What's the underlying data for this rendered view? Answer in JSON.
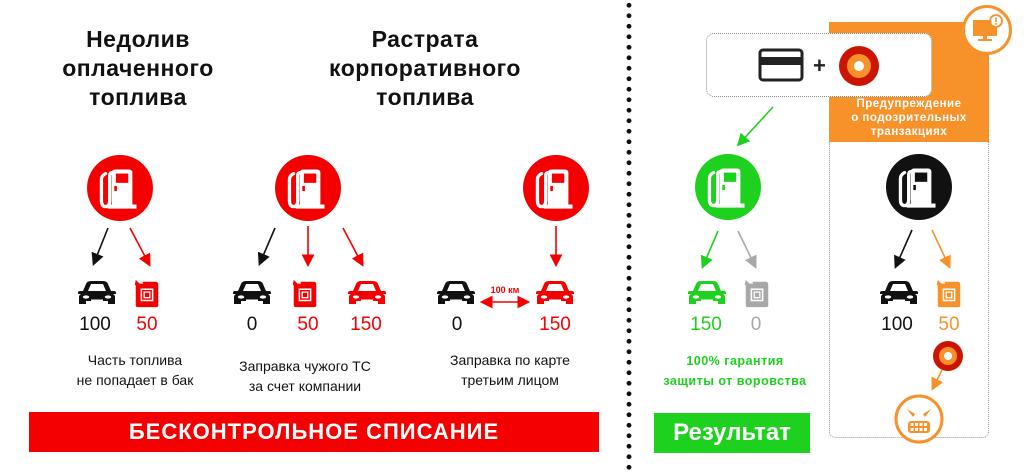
{
  "colors": {
    "red": "#f40000",
    "green": "#1ed11e",
    "orange": "#f7922a",
    "gray": "#a8a8a8",
    "black": "#111111",
    "dark_red": "#cc1500"
  },
  "left": {
    "section1": {
      "title": [
        "Недолив",
        "оплаченного",
        "топлива"
      ],
      "icon": "fuel-pump-icon",
      "items": [
        {
          "icon": "car-icon",
          "value": "100",
          "color": "black"
        },
        {
          "icon": "jerrycan-icon",
          "value": "50",
          "color": "red"
        }
      ],
      "caption": [
        "Часть топлива",
        "не попадает в бак"
      ]
    },
    "section2": {
      "title": [
        "Растрата",
        "корпоративного",
        "топлива"
      ],
      "sub_a": {
        "items": [
          {
            "icon": "car-icon",
            "value": "0",
            "color": "black"
          },
          {
            "icon": "jerrycan-icon",
            "value": "50",
            "color": "red"
          },
          {
            "icon": "car-icon",
            "value": "150",
            "color": "red"
          }
        ],
        "caption": [
          "Заправка чужого ТС",
          "за счет компании"
        ]
      },
      "sub_b": {
        "items": [
          {
            "icon": "car-icon",
            "value": "0",
            "color": "black"
          },
          {
            "icon": "car-icon",
            "value": "150",
            "color": "red"
          }
        ],
        "distance": "100 км",
        "caption": [
          "Заправка по карте",
          "третьим лицом"
        ]
      }
    },
    "banner": "БЕСКОНТРОЛЬНОЕ СПИСАНИЕ"
  },
  "right": {
    "card_box": {
      "plus": "+",
      "icons": [
        "credit-card-icon",
        "target-token-icon"
      ]
    },
    "result": {
      "items": [
        {
          "icon": "car-icon",
          "value": "150",
          "color": "green"
        },
        {
          "icon": "jerrycan-icon",
          "value": "0",
          "color": "gray"
        }
      ],
      "caption": [
        "100% гарантия",
        "защиты от воровства"
      ],
      "button": "Результат"
    },
    "warning": {
      "title": [
        "Предупреждение",
        "о подозрительных",
        "транзакциях"
      ],
      "items": [
        {
          "icon": "car-icon",
          "value": "100",
          "color": "black"
        },
        {
          "icon": "jerrycan-icon",
          "value": "50",
          "color": "orange"
        }
      ],
      "icons": [
        "monitor-alert-icon",
        "target-token-icon",
        "angry-face-icon"
      ]
    }
  }
}
